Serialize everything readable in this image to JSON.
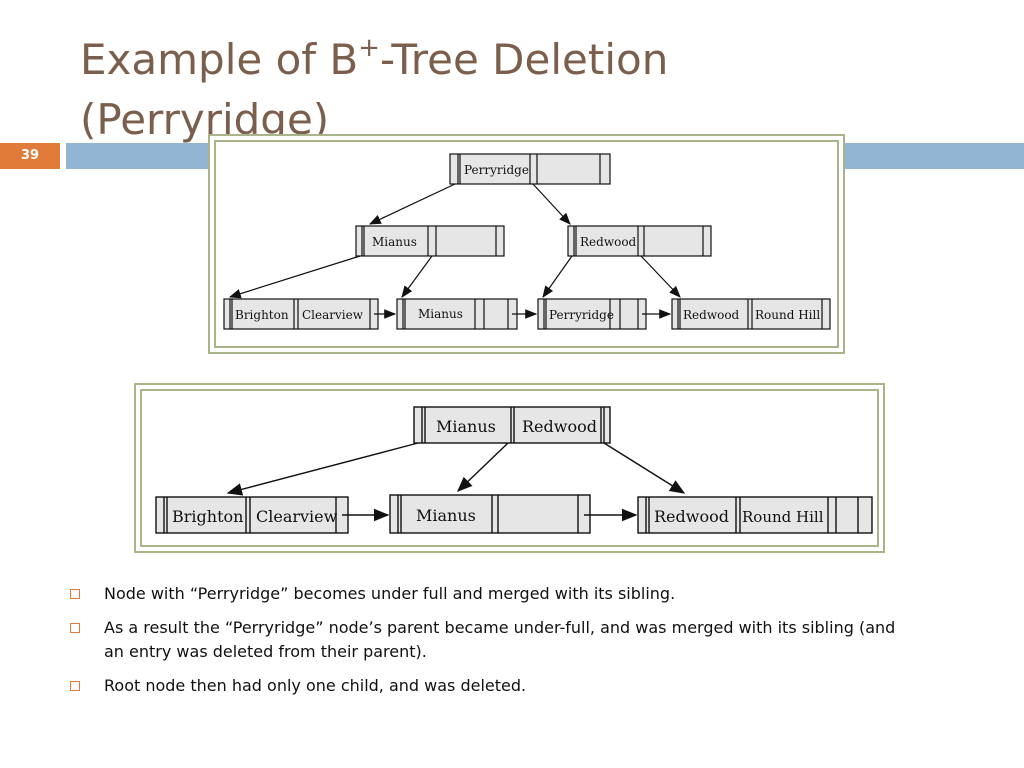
{
  "slide": {
    "title_part1": "Example of B",
    "title_sup": "+",
    "title_part2": "-Tree Deletion",
    "title_line2": "(Perryridge)",
    "number": "39"
  },
  "top_tree": {
    "root": [
      "Perryridge"
    ],
    "internal": [
      [
        "Mianus"
      ],
      [
        "Redwood"
      ]
    ],
    "leaves": [
      [
        "Brighton",
        "Clearview"
      ],
      [
        "Mianus"
      ],
      [
        "Perryridge"
      ],
      [
        "Redwood",
        "Round Hill"
      ]
    ]
  },
  "bottom_tree": {
    "root": [
      "Mianus",
      "Redwood"
    ],
    "leaves": [
      [
        "Brighton",
        "Clearview"
      ],
      [
        "Mianus"
      ],
      [
        "Redwood",
        "Round Hill"
      ]
    ]
  },
  "bullets": [
    "Node with “Perryridge” becomes under full and merged with its sibling.",
    "As a result the “Perryridge” node’s parent became under-full, and was merged with its sibling (and an entry was deleted from their parent).",
    "Root node then had only one child, and was deleted."
  ],
  "colors": {
    "title": "#7b5e4b",
    "accent_orange": "#e07b39",
    "accent_blue": "#93b5d4",
    "frame_green": "#a9b48a",
    "node_fill": "#e6e6e6"
  }
}
